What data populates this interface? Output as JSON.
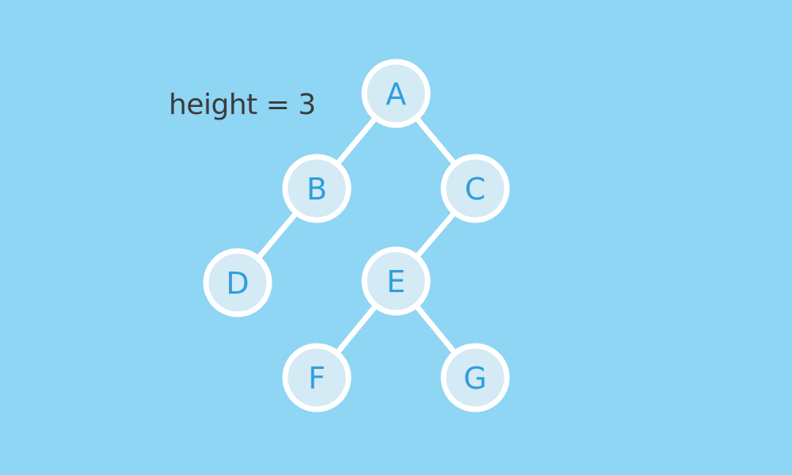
{
  "annotation": "height = 3",
  "colors": {
    "background": "#8fd5f4",
    "edge": "#ffffff",
    "node_fill": "#d4eaf5",
    "node_stroke": "#ffffff",
    "node_text": "#2f9fdc",
    "annotation_text": "#3b3b3b"
  },
  "tree": {
    "nodes": [
      {
        "id": "A",
        "label": "A"
      },
      {
        "id": "B",
        "label": "B"
      },
      {
        "id": "C",
        "label": "C"
      },
      {
        "id": "D",
        "label": "D"
      },
      {
        "id": "E",
        "label": "E"
      },
      {
        "id": "F",
        "label": "F"
      },
      {
        "id": "G",
        "label": "G"
      }
    ],
    "edges": [
      {
        "from": "A",
        "to": "B"
      },
      {
        "from": "A",
        "to": "C"
      },
      {
        "from": "B",
        "to": "D"
      },
      {
        "from": "C",
        "to": "E"
      },
      {
        "from": "E",
        "to": "F"
      },
      {
        "from": "E",
        "to": "G"
      }
    ]
  }
}
